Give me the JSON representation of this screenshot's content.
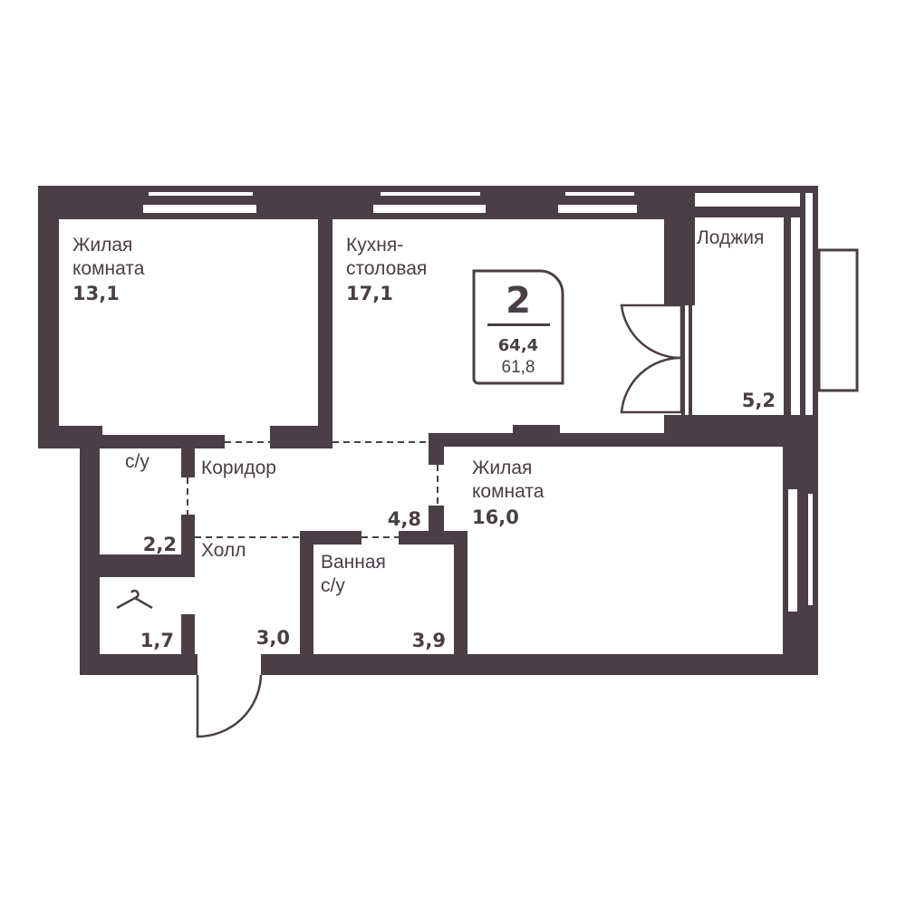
{
  "plan": {
    "wall_color": "#4a3e47",
    "rooms": {
      "living1": {
        "name1": "Жилая",
        "name2": "комната",
        "area": "13,1"
      },
      "kitchen": {
        "name1": "Кухня-",
        "name2": "столовая",
        "area": "17,1"
      },
      "loggia": {
        "name": "Лоджия",
        "area": "5,2"
      },
      "wc": {
        "name": "с/у",
        "area": "2,2"
      },
      "corridor": {
        "name": "Коридор",
        "area": "4,8"
      },
      "living2": {
        "name1": "Жилая",
        "name2": "комната",
        "area": "16,0"
      },
      "hall": {
        "name": "Холл",
        "area": "3,0"
      },
      "closet": {
        "icon": "hanger-icon",
        "area": "1,7"
      },
      "bath": {
        "name1": "Ванная",
        "name2": "с/у",
        "area": "3,9"
      }
    },
    "badge": {
      "rooms": "2",
      "total_area": "64,4",
      "living_area": "61,8"
    }
  }
}
